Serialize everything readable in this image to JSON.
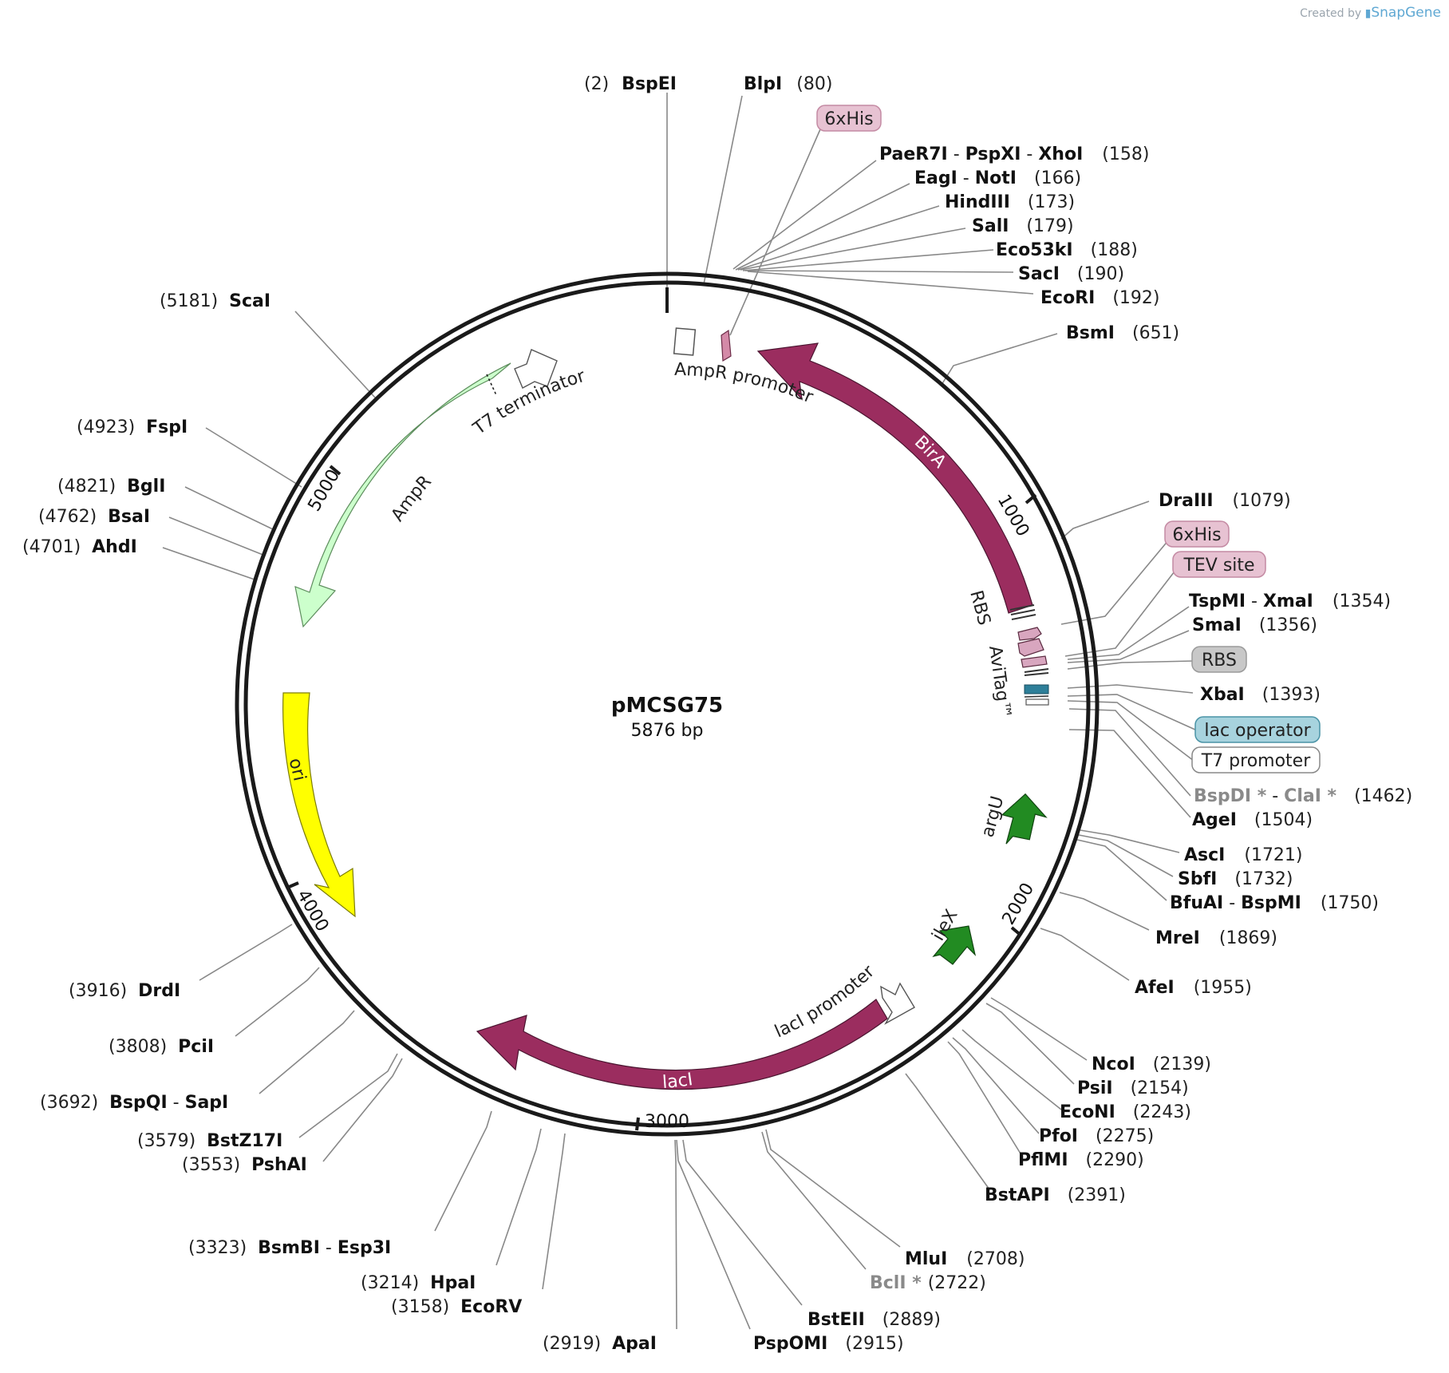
{
  "credit": {
    "prefix": "Created by",
    "brand": "SnapGene"
  },
  "plasmid": {
    "name": "pMCSG75",
    "length_label": "5876 bp"
  },
  "ticks": [
    "1000",
    "2000",
    "3000",
    "4000",
    "5000"
  ],
  "features": [
    {
      "id": "birA",
      "label": "BirA",
      "color": "#9b2d5f"
    },
    {
      "id": "lacI",
      "label": "lacI",
      "color": "#9b2d5f"
    },
    {
      "id": "ampR",
      "label": "AmpR",
      "color": "#ccffcc"
    },
    {
      "id": "ori",
      "label": "ori",
      "color": "#ffff00"
    },
    {
      "id": "t7term",
      "label": "T7 terminator",
      "color": "#ffffff"
    },
    {
      "id": "amppro",
      "label": "AmpR promoter",
      "color": "#ffffff"
    },
    {
      "id": "lacipro",
      "label": "lacI promoter",
      "color": "#ffffff"
    },
    {
      "id": "argU",
      "label": "argU",
      "color": "#228b22"
    },
    {
      "id": "ileX",
      "label": "ileX",
      "color": "#228b22"
    },
    {
      "id": "rbs",
      "label": "RBS",
      "color": "#444444"
    },
    {
      "id": "avitag",
      "label": "AviTag™",
      "color": "#d8a6bf"
    }
  ],
  "boxes": [
    {
      "label": "6xHis",
      "fill": "#e7c2d2",
      "stroke": "#c48aa3"
    },
    {
      "label": "6xHis",
      "fill": "#e7c2d2",
      "stroke": "#c48aa3"
    },
    {
      "label": "TEV site",
      "fill": "#e7c2d2",
      "stroke": "#c48aa3"
    },
    {
      "label": "RBS",
      "fill": "#c8c8c8",
      "stroke": "#9a9a9a"
    },
    {
      "label": "lac operator",
      "fill": "#a7d3de",
      "stroke": "#4a93a6"
    },
    {
      "label": "T7 promoter",
      "fill": "#ffffff",
      "stroke": "#888888"
    }
  ],
  "sites": [
    {
      "name": "BspEI",
      "pos": "(2)"
    },
    {
      "name": "BlpI",
      "pos": "(80)"
    },
    {
      "name": "PaeR7I",
      "pos": ""
    },
    {
      "name": "PspXI",
      "pos": ""
    },
    {
      "name": "XhoI",
      "pos": "(158)"
    },
    {
      "name": "EagI",
      "pos": ""
    },
    {
      "name": "NotI",
      "pos": "(166)"
    },
    {
      "name": "HindIII",
      "pos": "(173)"
    },
    {
      "name": "SalI",
      "pos": "(179)"
    },
    {
      "name": "Eco53kI",
      "pos": "(188)"
    },
    {
      "name": "SacI",
      "pos": "(190)"
    },
    {
      "name": "EcoRI",
      "pos": "(192)"
    },
    {
      "name": "BsmI",
      "pos": "(651)"
    },
    {
      "name": "DraIII",
      "pos": "(1079)"
    },
    {
      "name": "TspMI",
      "pos": ""
    },
    {
      "name": "XmaI",
      "pos": "(1354)"
    },
    {
      "name": "SmaI",
      "pos": "(1356)"
    },
    {
      "name": "XbaI",
      "pos": "(1393)"
    },
    {
      "name": "BspDI *",
      "pos": ""
    },
    {
      "name": "ClaI *",
      "pos": "(1462)"
    },
    {
      "name": "AgeI",
      "pos": "(1504)"
    },
    {
      "name": "AscI",
      "pos": "(1721)"
    },
    {
      "name": "SbfI",
      "pos": "(1732)"
    },
    {
      "name": "BfuAI",
      "pos": ""
    },
    {
      "name": "BspMI",
      "pos": "(1750)"
    },
    {
      "name": "MreI",
      "pos": "(1869)"
    },
    {
      "name": "AfeI",
      "pos": "(1955)"
    },
    {
      "name": "NcoI",
      "pos": "(2139)"
    },
    {
      "name": "PsiI",
      "pos": "(2154)"
    },
    {
      "name": "EcoNI",
      "pos": "(2243)"
    },
    {
      "name": "PfoI",
      "pos": "(2275)"
    },
    {
      "name": "PflMI",
      "pos": "(2290)"
    },
    {
      "name": "BstAPI",
      "pos": "(2391)"
    },
    {
      "name": "MluI",
      "pos": "(2708)"
    },
    {
      "name": "BclI *",
      "pos": "(2722)"
    },
    {
      "name": "BstEII",
      "pos": "(2889)"
    },
    {
      "name": "PspOMI",
      "pos": "(2915)"
    },
    {
      "name": "ApaI",
      "pos": "(2919)"
    },
    {
      "name": "EcoRV",
      "pos": "(3158)"
    },
    {
      "name": "HpaI",
      "pos": "(3214)"
    },
    {
      "name": "BsmBI",
      "pos": "(3323)"
    },
    {
      "name": "Esp3I",
      "pos": ""
    },
    {
      "name": "PshAI",
      "pos": "(3553)"
    },
    {
      "name": "BstZ17I",
      "pos": "(3579)"
    },
    {
      "name": "BspQI",
      "pos": "(3692)"
    },
    {
      "name": "SapI",
      "pos": ""
    },
    {
      "name": "PciI",
      "pos": "(3808)"
    },
    {
      "name": "DrdI",
      "pos": "(3916)"
    },
    {
      "name": "AhdI",
      "pos": "(4701)"
    },
    {
      "name": "BsaI",
      "pos": "(4762)"
    },
    {
      "name": "BglI",
      "pos": "(4821)"
    },
    {
      "name": "FspI",
      "pos": "(4923)"
    },
    {
      "name": "ScaI",
      "pos": "(5181)"
    }
  ]
}
